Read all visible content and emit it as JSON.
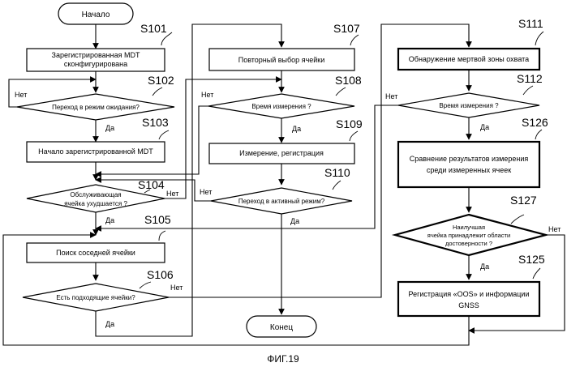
{
  "figure_caption": "ФИГ.19",
  "terminals": {
    "start": "Начало",
    "end": "Конец"
  },
  "steps": {
    "s101": {
      "id": "S101",
      "lines": [
        "Зарегистрированная MDT",
        "сконфигурирована"
      ]
    },
    "s102": {
      "id": "S102",
      "lines": [
        "Переход в режим ожидания?"
      ]
    },
    "s103": {
      "id": "S103",
      "lines": [
        "Начало зарегистрированной MDT"
      ]
    },
    "s104": {
      "id": "S104",
      "lines": [
        "Обслуживающая",
        "ячейка ухудшается ?"
      ]
    },
    "s105": {
      "id": "S105",
      "lines": [
        "Поиск соседней ячейки"
      ]
    },
    "s106": {
      "id": "S106",
      "lines": [
        "Есть подходящие ячейки?"
      ]
    },
    "s107": {
      "id": "S107",
      "lines": [
        "Повторный выбор ячейки"
      ]
    },
    "s108": {
      "id": "S108",
      "lines": [
        "Время измерения ?"
      ]
    },
    "s109": {
      "id": "S109",
      "lines": [
        "Измерение, регистрация"
      ]
    },
    "s110": {
      "id": "S110",
      "lines": [
        "Переход в активный режим?"
      ]
    },
    "s111": {
      "id": "S111",
      "lines": [
        "Обнаружение мертвой зоны охвата"
      ]
    },
    "s112": {
      "id": "S112",
      "lines": [
        "Время измерения ?"
      ]
    },
    "s126": {
      "id": "S126",
      "lines": [
        "Сравнение результатов измерения",
        "среди измеренных ячеек"
      ]
    },
    "s127": {
      "id": "S127",
      "lines": [
        "Наилучшая",
        "ячейка принадлежит области",
        "достоверности ?"
      ]
    },
    "s125": {
      "id": "S125",
      "lines": [
        "Регистрация «OOS» и информации",
        "GNSS"
      ]
    }
  },
  "branch_labels": {
    "yes": "Да",
    "no": "Нет"
  }
}
